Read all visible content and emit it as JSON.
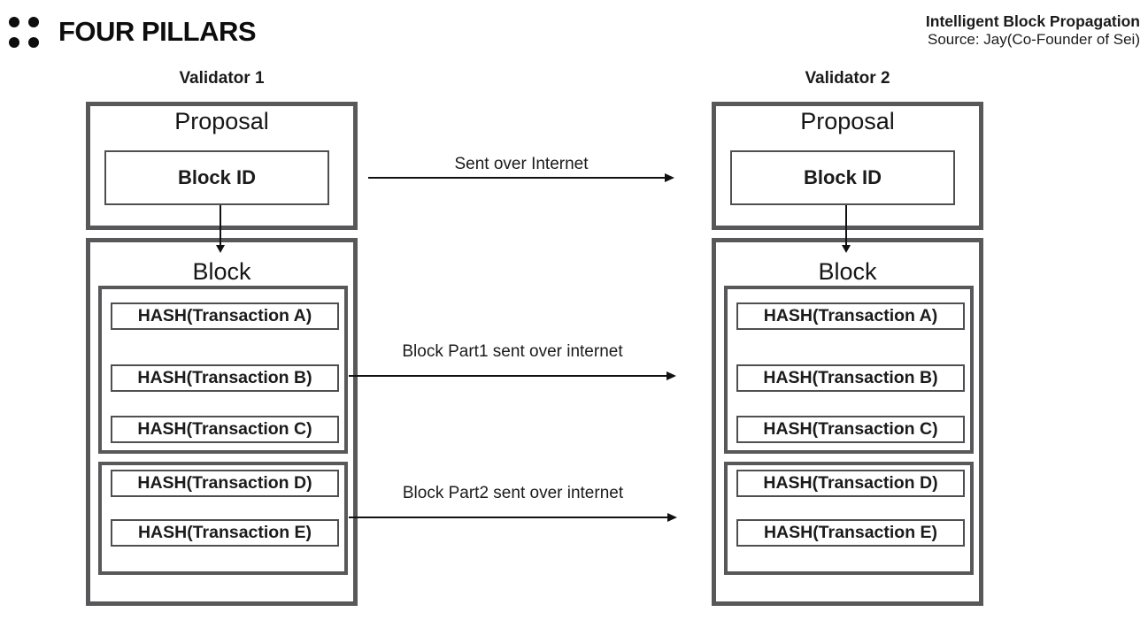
{
  "header": {
    "logo_text": "FOUR PILLARS",
    "title": "Intelligent Block Propagation",
    "source": "Source: Jay(Co-Founder of Sei)"
  },
  "validators": [
    {
      "label": "Validator 1",
      "proposal_title": "Proposal",
      "block_id_label": "Block ID",
      "block_title": "Block",
      "part1": [
        "HASH(Transaction A)",
        "HASH(Transaction B)",
        "HASH(Transaction C)"
      ],
      "part2": [
        "HASH(Transaction D)",
        "HASH(Transaction E)"
      ]
    },
    {
      "label": "Validator 2",
      "proposal_title": "Proposal",
      "block_id_label": "Block ID",
      "block_title": "Block",
      "part1": [
        "HASH(Transaction A)",
        "HASH(Transaction B)",
        "HASH(Transaction C)"
      ],
      "part2": [
        "HASH(Transaction D)",
        "HASH(Transaction E)"
      ]
    }
  ],
  "arrows": {
    "proposal": "Sent over Internet",
    "part1": "Block Part1 sent over internet",
    "part2": "Block Part2 sent over internet"
  },
  "colors": {
    "border_gray": "#58585a",
    "inner_border_gray": "#4f4f51",
    "line_black": "#111111",
    "background": "#ffffff"
  }
}
